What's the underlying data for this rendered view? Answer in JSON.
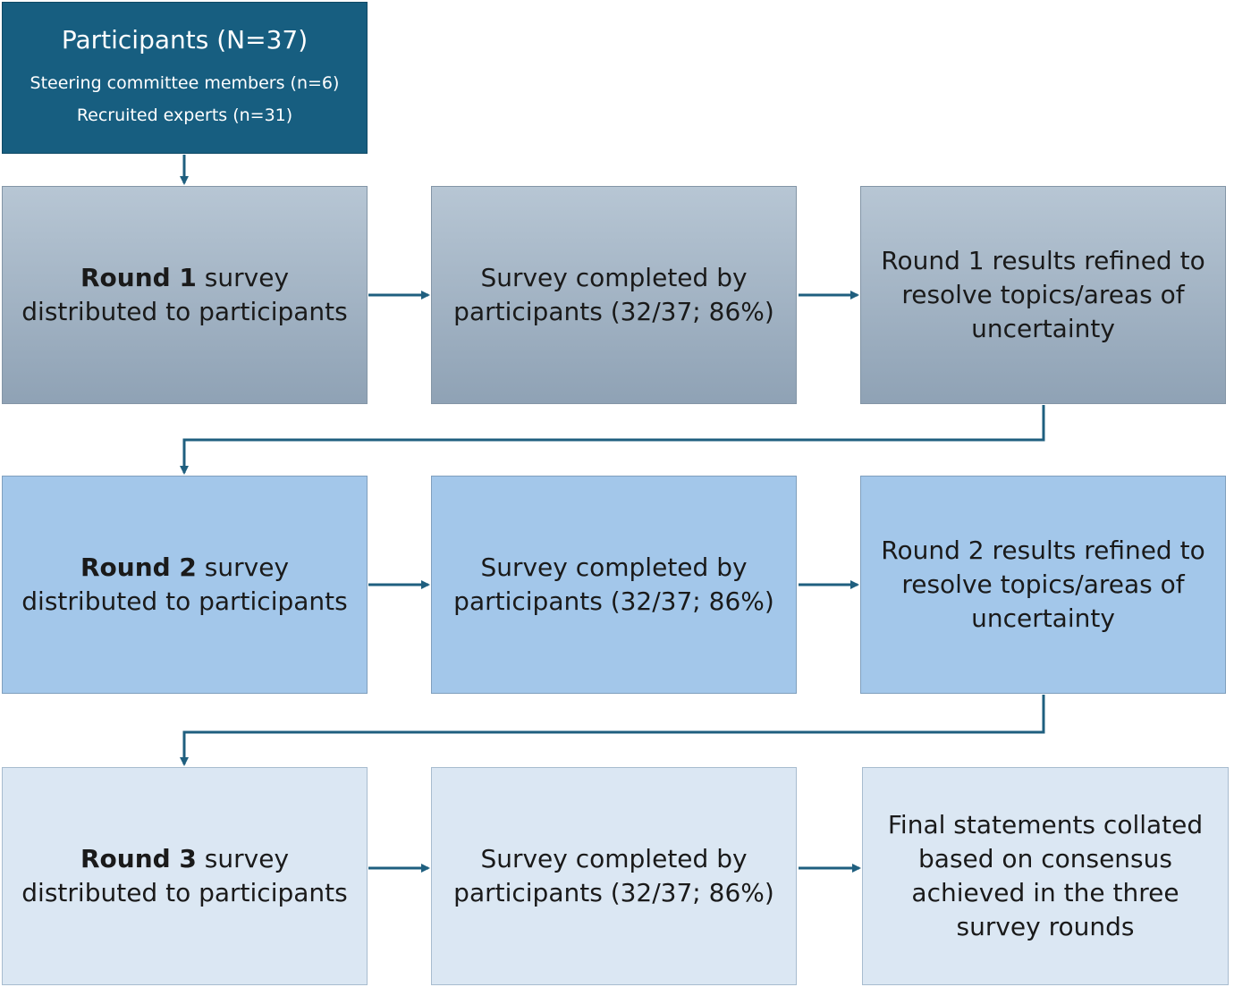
{
  "participants": {
    "title": "Participants (N=37)",
    "lines": [
      "Steering committee members (n=6)",
      "Recruited experts (n=31)"
    ]
  },
  "rounds": [
    {
      "label_bold": "Round 1",
      "label_rest": " survey",
      "label_line2": "distributed to participants",
      "completed": [
        "Survey completed by",
        "participants (32/37; 86%)"
      ],
      "result": [
        "Round 1 results refined to",
        "resolve topics/areas of",
        "uncertainty"
      ]
    },
    {
      "label_bold": "Round 2",
      "label_rest": " survey",
      "label_line2": "distributed to participants",
      "completed": [
        "Survey completed by",
        "participants (32/37; 86%)"
      ],
      "result": [
        "Round 2 results refined to",
        "resolve topics/areas of",
        "uncertainty"
      ]
    },
    {
      "label_bold": "Round 3",
      "label_rest": " survey",
      "label_line2": "distributed to participants",
      "completed": [
        "Survey completed by",
        "participants (32/37; 86%)"
      ],
      "result": [
        "Final statements collated",
        "based on consensus",
        "achieved in the three",
        "survey rounds"
      ]
    }
  ],
  "colors": {
    "participants_fill": "#175e80",
    "round1_fill": "#a4b5c6",
    "round2_fill": "#a3c7ea",
    "round3_fill": "#dbe7f3",
    "connector": "#1f5f7f"
  }
}
